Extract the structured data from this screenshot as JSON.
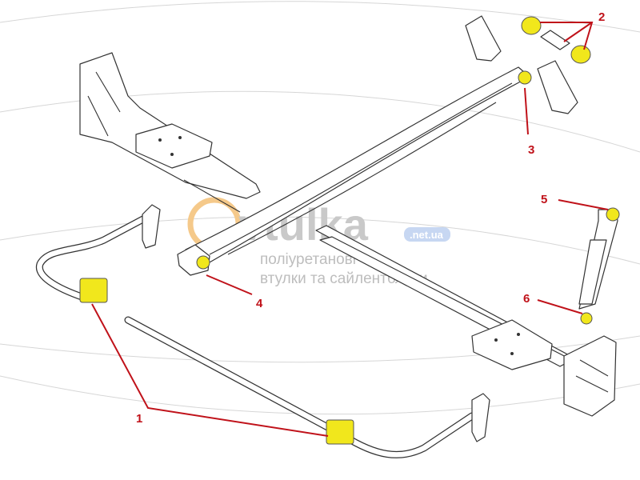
{
  "colors": {
    "callout": "#c0121a",
    "bushing": "#f1e71c",
    "watermark_text": "#c9c9c9",
    "watermark_sub": "#bdbdbd",
    "watermark_logo": "#f5c98a",
    "watermark_badge": "#c7d7f2",
    "outline": "#333333"
  },
  "watermark": {
    "brand": "vtulka",
    "tld": ".net.ua",
    "line1": "поліуретанові",
    "line2": "втулки та сайлентблоки"
  },
  "callouts": [
    {
      "id": "1",
      "label": "1",
      "part": "stabilizer-bushing"
    },
    {
      "id": "2",
      "label": "2",
      "part": "spring-shackle-bushing"
    },
    {
      "id": "3",
      "label": "3",
      "part": "spring-front-eye-bushing"
    },
    {
      "id": "4",
      "label": "4",
      "part": "spring-rear-eye-bushing"
    },
    {
      "id": "5",
      "label": "5",
      "part": "shock-upper-bushing"
    },
    {
      "id": "6",
      "label": "6",
      "part": "shock-lower-bushing"
    }
  ]
}
